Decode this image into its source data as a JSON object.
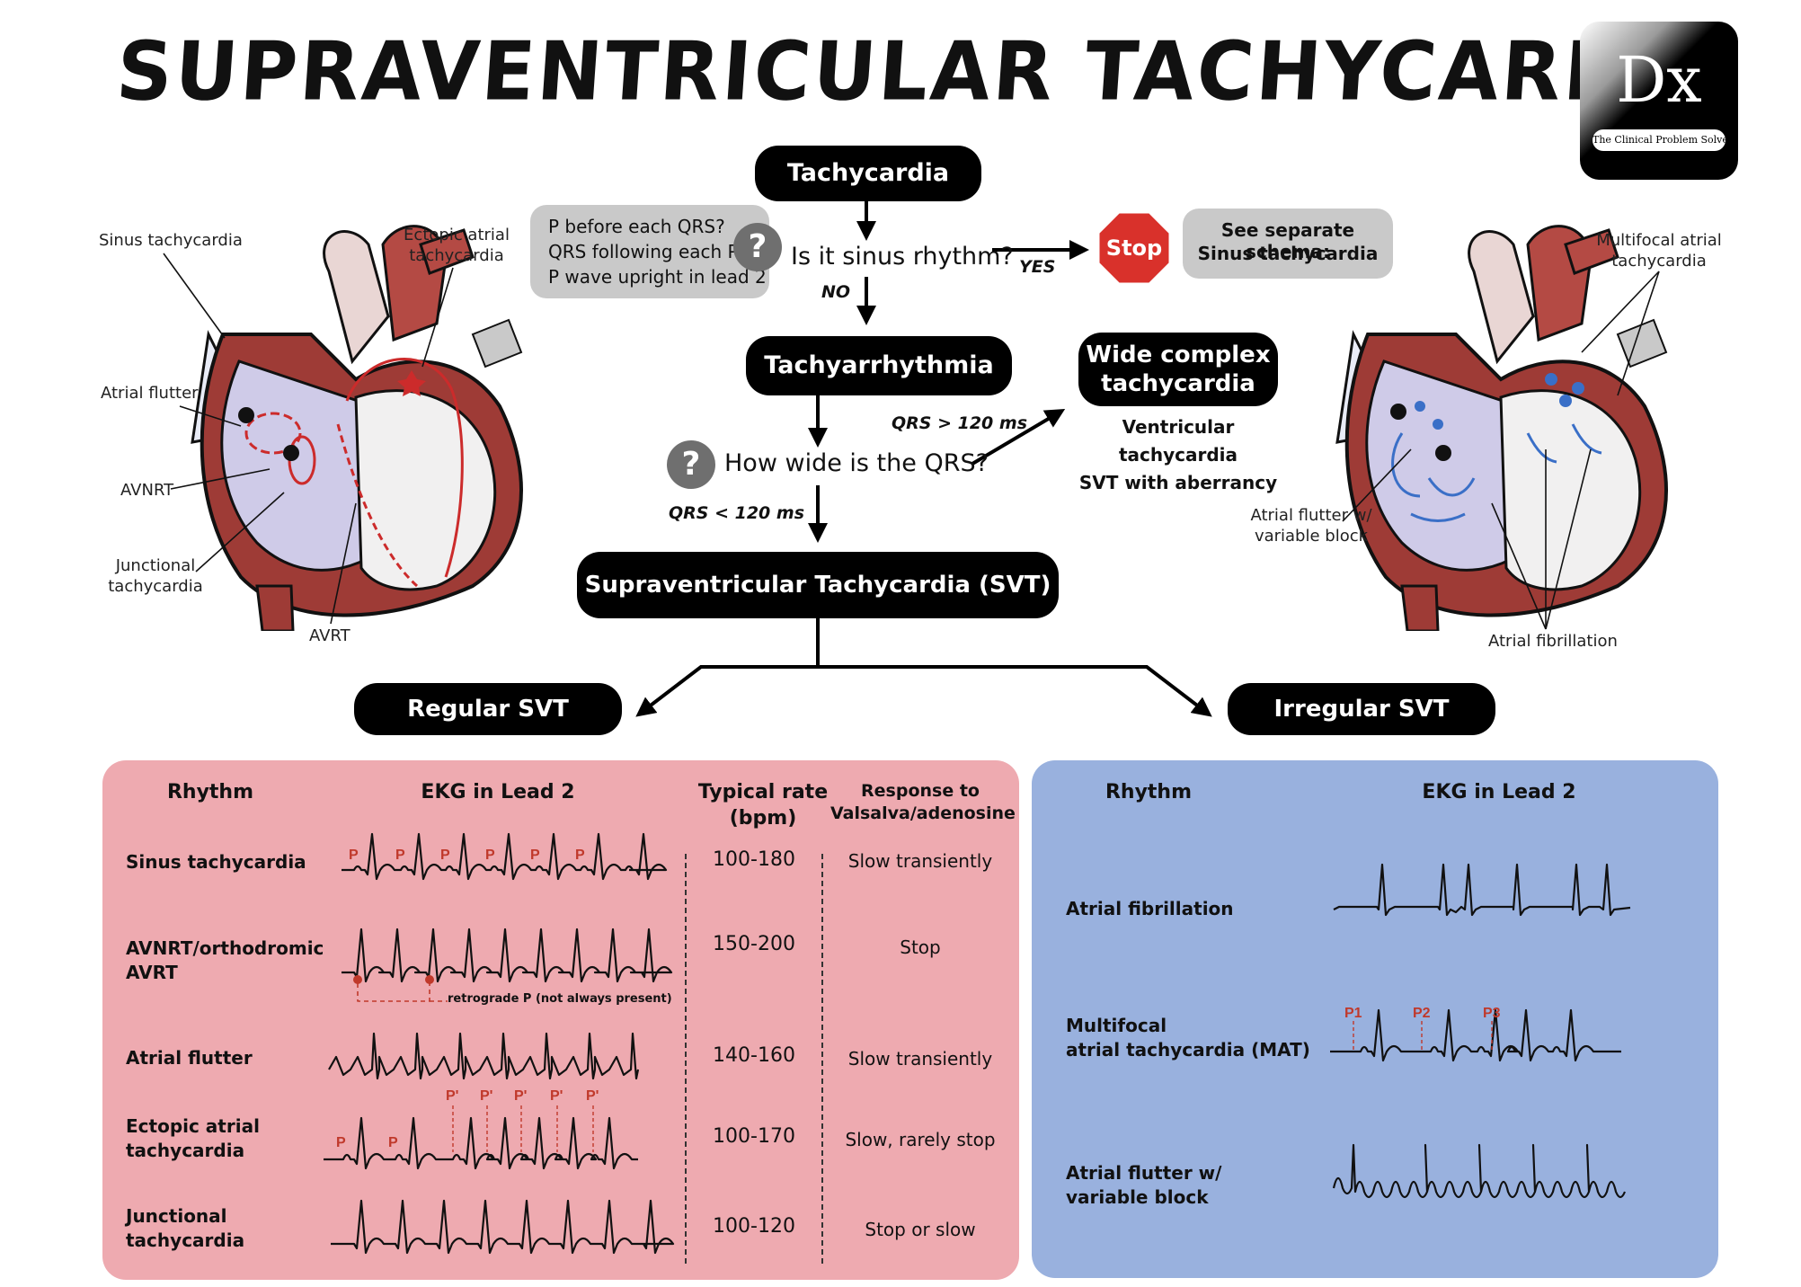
{
  "title": "Supraventricular Tachycardia",
  "logo": {
    "mark": "Dx",
    "caption": "The Clinical Problem Solvers"
  },
  "flow": {
    "tachycardia": "Tachycardia",
    "sinus_question": "Is it sinus rhythm?",
    "sinus_criteria": [
      "P before each QRS?",
      "QRS following each P?",
      "P wave upright in lead 2"
    ],
    "yes": "YES",
    "no": "NO",
    "stop": "Stop",
    "see_schema": [
      "See separate schema:",
      "Sinus tachycardia"
    ],
    "tachyarrhythmia": "Tachyarrhythmia",
    "width_question": "How wide is the QRS?",
    "wide_label": "QRS > 120 ms",
    "narrow_label": "QRS < 120 ms",
    "wide_complex": [
      "Wide complex",
      "tachycardia"
    ],
    "wide_causes": [
      "Ventricular tachycardia",
      "SVT with aberrancy"
    ],
    "svt": "Supraventricular Tachycardia (SVT)",
    "regular": "Regular SVT",
    "irregular": "Irregular SVT"
  },
  "left_heart_labels": {
    "sinus": "Sinus tachycardia",
    "ectopic": [
      "Ectopic atrial",
      "tachycardia"
    ],
    "flutter": "Atrial flutter",
    "avnrt": "AVNRT",
    "junctional": [
      "Junctional",
      "tachycardia"
    ],
    "avrt": "AVRT"
  },
  "right_heart_labels": {
    "mat": [
      "Multifocal atrial",
      "tachycardia"
    ],
    "flutter_var": [
      "Atrial flutter w/",
      "variable block"
    ],
    "afib": "Atrial fibrillation"
  },
  "regular_table": {
    "headers": {
      "rhythm": "Rhythm",
      "ekg": "EKG in Lead 2",
      "rate": [
        "Typical rate",
        "(bpm)"
      ],
      "response": [
        "Response to",
        "Valsalva/adenosine"
      ]
    },
    "rows": [
      {
        "rhythm": [
          "Sinus tachycardia"
        ],
        "rate": "100-180",
        "response": "Slow transiently"
      },
      {
        "rhythm": [
          "AVNRT/orthodromic",
          "AVRT"
        ],
        "rate": "150-200",
        "response": "Stop"
      },
      {
        "rhythm": [
          "Atrial flutter"
        ],
        "rate": "140-160",
        "response": "Slow transiently"
      },
      {
        "rhythm": [
          "Ectopic atrial",
          "tachycardia"
        ],
        "rate": "100-170",
        "response": "Slow, rarely stop"
      },
      {
        "rhythm": [
          "Junctional",
          "tachycardia"
        ],
        "rate": "100-120",
        "response": "Stop or slow"
      }
    ],
    "retrograde_note": "retrograde P (not always present)",
    "p_label": "P",
    "p_prime_label": "P'"
  },
  "irregular_table": {
    "headers": {
      "rhythm": "Rhythm",
      "ekg": "EKG in Lead 2"
    },
    "rows": [
      {
        "rhythm": [
          "Atrial fibrillation"
        ]
      },
      {
        "rhythm": [
          "Multifocal",
          "atrial tachycardia (MAT)"
        ]
      },
      {
        "rhythm": [
          "Atrial flutter w/",
          "variable block"
        ]
      }
    ],
    "mat_p_labels": [
      "P1",
      "P2",
      "P3"
    ]
  },
  "colors": {
    "red": "#c0392b",
    "regular_panel": "#eeaab0",
    "irregular_panel": "#99b1de",
    "note_gray": "#c9c9c9",
    "stop_red": "#d9312b"
  }
}
